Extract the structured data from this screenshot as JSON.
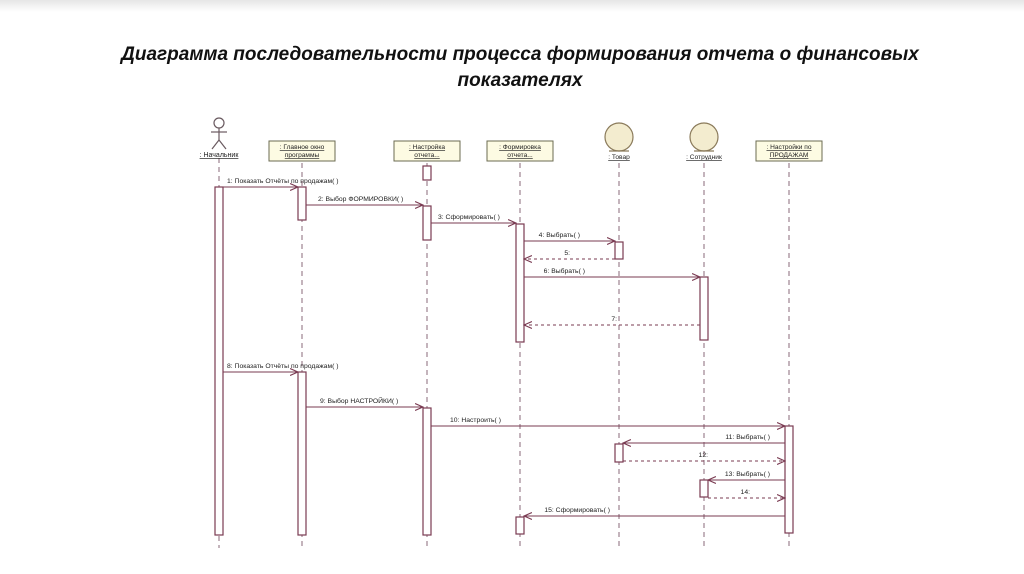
{
  "slide": {
    "title": "Диаграмма последовательности процесса формирования отчета о финансовых показателях"
  },
  "colors": {
    "line": "#7a3b52",
    "box_fill": "#fdfbe3",
    "box_border": "#6b6b52",
    "entity_fill": "#f3eccf",
    "text": "#222222"
  },
  "participants": [
    {
      "id": "nachalnik",
      "kind": "actor",
      "label": [
        ": Начальник"
      ]
    },
    {
      "id": "glavnoe",
      "kind": "object",
      "label": [
        ": Главное окно",
        "программы"
      ]
    },
    {
      "id": "nastroika",
      "kind": "object",
      "label": [
        ": Настройка",
        "отчета..."
      ]
    },
    {
      "id": "formirovka",
      "kind": "object",
      "label": [
        ": Формировка",
        "отчета..."
      ]
    },
    {
      "id": "tovar",
      "kind": "entity",
      "label": [
        ": Товар"
      ]
    },
    {
      "id": "sotrudnik",
      "kind": "entity",
      "label": [
        ": Сотрудник"
      ]
    },
    {
      "id": "nastroiki_prod",
      "kind": "object",
      "label": [
        ": Настройки по",
        "ПРОДАЖАМ"
      ]
    }
  ],
  "messages": [
    {
      "from": "nachalnik",
      "to": "glavnoe",
      "label": "1: Показать Отчёты по продажам( )",
      "type": "call"
    },
    {
      "from": "glavnoe",
      "to": "nastroika",
      "label": "2: Выбор ФОРМИРОВКИ( )",
      "type": "call"
    },
    {
      "from": "nastroika",
      "to": "formirovka",
      "label": "3: Сформировать( )",
      "type": "call"
    },
    {
      "from": "formirovka",
      "to": "tovar",
      "label": "4: Выбрать( )",
      "type": "call"
    },
    {
      "from": "tovar",
      "to": "formirovka",
      "label": "5:",
      "type": "return"
    },
    {
      "from": "formirovka",
      "to": "sotrudnik",
      "label": "6: Выбрать( )",
      "type": "call"
    },
    {
      "from": "sotrudnik",
      "to": "formirovka",
      "label": "7:",
      "type": "return"
    },
    {
      "from": "nachalnik",
      "to": "glavnoe",
      "label": "8: Показать Отчёты по продажам( )",
      "type": "call"
    },
    {
      "from": "glavnoe",
      "to": "nastroika",
      "label": "9: Выбор НАСТРОЙКИ( )",
      "type": "call"
    },
    {
      "from": "nastroika",
      "to": "nastroiki_prod",
      "label": "10: Настроить( )",
      "type": "call"
    },
    {
      "from": "nastroiki_prod",
      "to": "tovar",
      "label": "11: Выбрать( )",
      "type": "call"
    },
    {
      "from": "tovar",
      "to": "nastroiki_prod",
      "label": "12:",
      "type": "return"
    },
    {
      "from": "nastroiki_prod",
      "to": "sotrudnik",
      "label": "13: Выбрать( )",
      "type": "call"
    },
    {
      "from": "sotrudnik",
      "to": "nastroiki_prod",
      "label": "14:",
      "type": "return"
    },
    {
      "from": "nastroiki_prod",
      "to": "formirovka",
      "label": "15: Сформировать( )",
      "type": "call"
    }
  ]
}
